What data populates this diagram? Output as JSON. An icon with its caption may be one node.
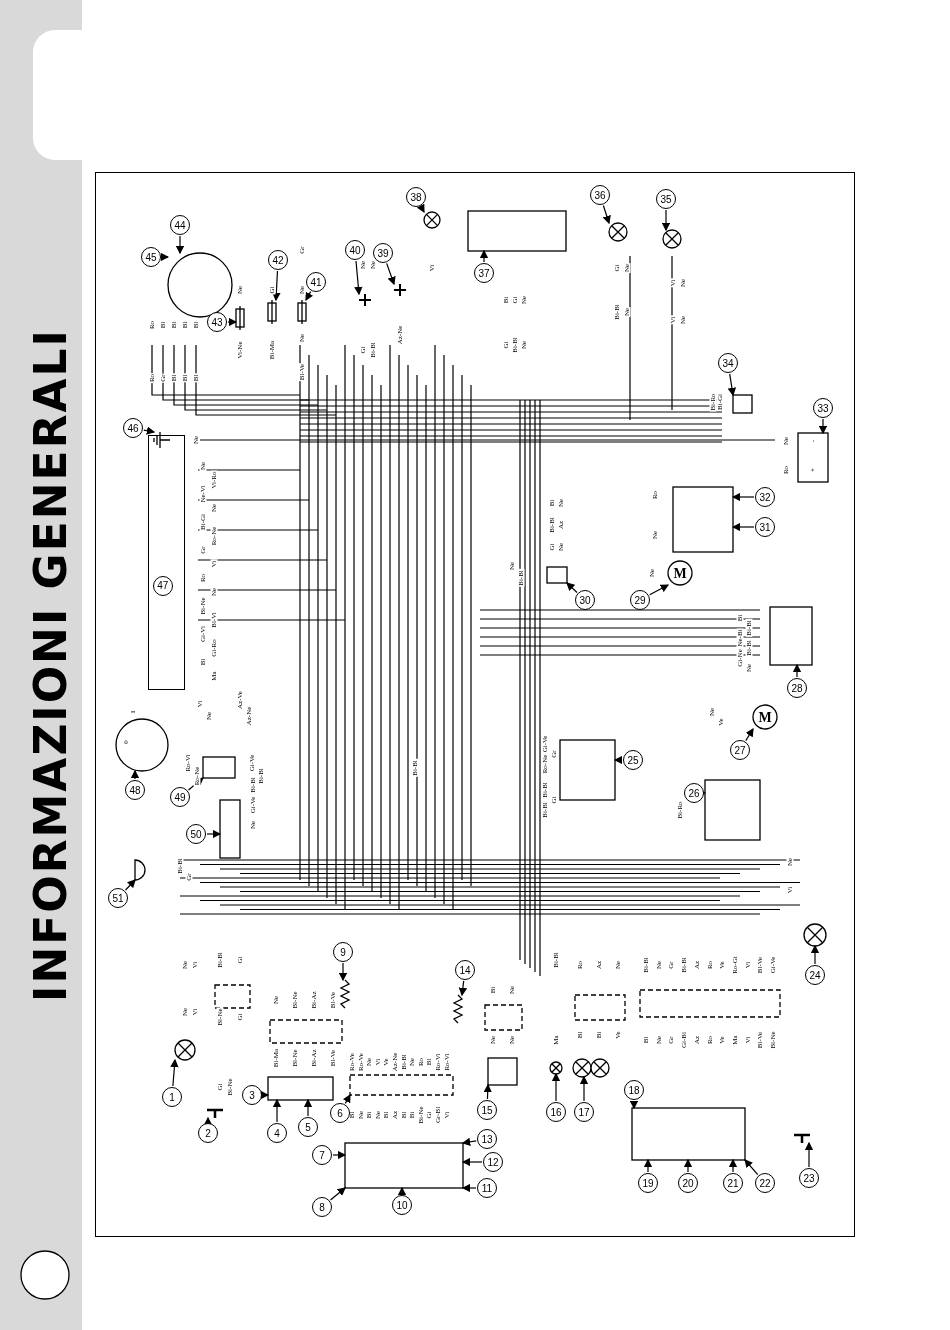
{
  "diagram": {
    "title": "INFORMAZIONI GENERALI",
    "nodes": [
      {
        "text": [
          "1"
        ]
      },
      {
        "text": [
          "2"
        ]
      },
      {
        "text": [
          "3"
        ]
      },
      {
        "text": [
          "4"
        ]
      },
      {
        "text": [
          "5"
        ]
      },
      {
        "text": [
          "6"
        ]
      },
      {
        "text": [
          "7"
        ]
      },
      {
        "text": [
          "8"
        ]
      },
      {
        "text": [
          "9"
        ]
      },
      {
        "text": [
          "10"
        ]
      },
      {
        "text": [
          "11"
        ]
      },
      {
        "text": [
          "12"
        ]
      },
      {
        "text": [
          "13"
        ]
      },
      {
        "text": [
          "14"
        ]
      },
      {
        "text": [
          "15"
        ]
      },
      {
        "text": [
          "16"
        ]
      },
      {
        "text": [
          "17"
        ]
      },
      {
        "text": [
          "18"
        ]
      },
      {
        "text": [
          "19"
        ]
      },
      {
        "text": [
          "20"
        ]
      },
      {
        "text": [
          "21"
        ]
      },
      {
        "text": [
          "22"
        ]
      },
      {
        "text": [
          "23"
        ]
      },
      {
        "text": [
          "24"
        ]
      },
      {
        "text": [
          "25"
        ]
      },
      {
        "text": [
          "26"
        ]
      },
      {
        "text": [
          "27"
        ]
      },
      {
        "text": [
          "28"
        ]
      },
      {
        "text": [
          "29"
        ]
      },
      {
        "text": [
          "30"
        ]
      },
      {
        "text": [
          "31"
        ]
      },
      {
        "text": [
          "32"
        ]
      },
      {
        "text": [
          "33"
        ]
      },
      {
        "text": [
          "34"
        ]
      },
      {
        "text": [
          "35"
        ]
      },
      {
        "text": [
          "36"
        ]
      },
      {
        "text": [
          "37"
        ]
      },
      {
        "text": [
          "38"
        ]
      },
      {
        "text": [
          "39"
        ]
      },
      {
        "text": [
          "40"
        ]
      },
      {
        "text": [
          "41"
        ]
      },
      {
        "text": [
          "42"
        ]
      },
      {
        "text": [
          "43"
        ]
      },
      {
        "text": [
          "44"
        ]
      },
      {
        "text": [
          "45"
        ]
      },
      {
        "text": [
          "46"
        ]
      },
      {
        "text": [
          "47"
        ],
        "in": 93
      },
      {
        "text": [
          "48"
        ]
      },
      {
        "text": [
          "49"
        ]
      },
      {
        "text": [
          "50"
        ]
      },
      {
        "text": [
          "51"
        ]
      },
      {
        "text": [],
        "shape": "lamp"
      },
      {
        "text": [],
        "shape": "horn"
      },
      {
        "text": [],
        "shape": "box"
      },
      {
        "text": [],
        "shape": "box"
      },
      {
        "text": [],
        "shape": "box"
      },
      {
        "text": [],
        "shape": "resistor"
      },
      {
        "text": [],
        "shape": "resistor"
      },
      {
        "text": [],
        "shape": "box"
      },
      {
        "text": [],
        "shape": "lamp"
      },
      {
        "text": [],
        "shape": "lamp"
      },
      {
        "text": [],
        "shape": "box"
      },
      {
        "text": [],
        "shape": "horn"
      },
      {
        "text": [],
        "shape": "lamp"
      },
      {
        "text": [],
        "shape": "box"
      },
      {
        "text": [],
        "shape": "box"
      },
      {
        "text": [
          "M"
        ]
      },
      {
        "text": [],
        "shape": "box"
      },
      {
        "text": [
          "M"
        ]
      },
      {
        "text": [],
        "shape": "box"
      },
      {
        "text": [],
        "shape": "box"
      },
      {
        "text": [],
        "shape": "box"
      },
      {
        "text": [],
        "shape": "box"
      },
      {
        "text": [],
        "shape": "lamp"
      },
      {
        "text": [],
        "shape": "lamp"
      },
      {
        "text": [],
        "shape": "box"
      },
      {
        "text": [],
        "shape": "lamp"
      },
      {
        "text": [],
        "shape": "switch"
      },
      {
        "text": [],
        "shape": "switch"
      },
      {
        "text": [],
        "shape": "fuse"
      },
      {
        "text": [],
        "shape": "fuse"
      },
      {
        "text": [],
        "shape": "fuse"
      },
      {
        "text": [],
        "shape": "circle"
      },
      {
        "text": [],
        "shape": "ground"
      },
      {
        "text": [],
        "shape": "circle"
      },
      {
        "text": [],
        "shape": "box"
      },
      {
        "text": [],
        "shape": "box"
      },
      {
        "text": [],
        "shape": "dome"
      },
      {
        "text": [],
        "shape": "box"
      },
      {
        "text": [],
        "shape": "box"
      },
      {
        "text": [],
        "shape": "box"
      },
      {
        "text": [],
        "shape": "box"
      },
      {
        "text": [],
        "shape": "box"
      },
      {
        "text": [],
        "shape": "box"
      },
      {
        "text": [],
        "shape": "circle"
      }
    ],
    "edges": [
      {
        "from": 0,
        "to": 51,
        "arrow": "to"
      },
      {
        "from": 1,
        "to": 52,
        "arrow": "to"
      },
      {
        "from": 2,
        "to": 53,
        "arrow": "to"
      },
      {
        "from": 3,
        "to": 53,
        "arrow": "to"
      },
      {
        "from": 4,
        "to": 53,
        "arrow": "to"
      },
      {
        "from": 5,
        "to": 54,
        "arrow": "to"
      },
      {
        "from": 6,
        "to": 55,
        "arrow": "to"
      },
      {
        "from": 7,
        "to": 55,
        "arrow": "to"
      },
      {
        "from": 8,
        "to": 56,
        "arrow": "to"
      },
      {
        "from": 9,
        "to": 55,
        "arrow": "to"
      },
      {
        "from": 10,
        "to": 55,
        "arrow": "to"
      },
      {
        "from": 11,
        "to": 55,
        "arrow": "to"
      },
      {
        "from": 12,
        "to": 55,
        "arrow": "to"
      },
      {
        "from": 13,
        "to": 57,
        "arrow": "to"
      },
      {
        "from": 14,
        "to": 58,
        "arrow": "to"
      },
      {
        "from": 15,
        "to": 59,
        "arrow": "to"
      },
      {
        "from": 16,
        "to": 60,
        "arrow": "to"
      },
      {
        "from": 17,
        "to": 61,
        "arrow": "to"
      },
      {
        "from": 18,
        "to": 61,
        "arrow": "to"
      },
      {
        "from": 19,
        "to": 61,
        "arrow": "to"
      },
      {
        "from": 20,
        "to": 61,
        "arrow": "to"
      },
      {
        "from": 21,
        "to": 61,
        "arrow": "to"
      },
      {
        "from": 22,
        "to": 62,
        "arrow": "to"
      },
      {
        "from": 23,
        "to": 63,
        "arrow": "to"
      },
      {
        "from": 24,
        "to": 64,
        "arrow": "to"
      },
      {
        "from": 25,
        "to": 65,
        "arrow": "to"
      },
      {
        "from": 26,
        "to": 66,
        "arrow": "to"
      },
      {
        "from": 27,
        "to": 67,
        "arrow": "to"
      },
      {
        "from": 28,
        "to": 68,
        "arrow": "to"
      },
      {
        "from": 29,
        "to": 69,
        "arrow": "to"
      },
      {
        "from": 30,
        "to": 70,
        "arrow": "to"
      },
      {
        "from": 31,
        "to": 70,
        "arrow": "to"
      },
      {
        "from": 32,
        "to": 71,
        "arrow": "to"
      },
      {
        "from": 33,
        "to": 72,
        "arrow": "to"
      },
      {
        "from": 34,
        "to": 73,
        "arrow": "to"
      },
      {
        "from": 35,
        "to": 74,
        "arrow": "to"
      },
      {
        "from": 36,
        "to": 75,
        "arrow": "to"
      },
      {
        "from": 37,
        "to": 76,
        "arrow": "to"
      },
      {
        "from": 38,
        "to": 77,
        "arrow": "to"
      },
      {
        "from": 39,
        "to": 78,
        "arrow": "to"
      },
      {
        "from": 40,
        "to": 81,
        "arrow": "to"
      },
      {
        "from": 41,
        "to": 80,
        "arrow": "to"
      },
      {
        "from": 42,
        "to": 79,
        "arrow": "to"
      },
      {
        "from": 43,
        "to": 82,
        "arrow": "to"
      },
      {
        "from": 44,
        "to": 82,
        "arrow": "to"
      },
      {
        "from": 45,
        "to": 83,
        "arrow": "to"
      },
      {
        "from": 47,
        "to": 84,
        "arrow": "to"
      },
      {
        "from": 48,
        "to": 85,
        "arrow": "to"
      },
      {
        "from": 49,
        "to": 86,
        "arrow": "to"
      },
      {
        "from": 50,
        "to": 87,
        "arrow": "to"
      }
    ],
    "labels": [
      "Ne",
      "Vi",
      "Ne",
      "Vi",
      "Bi-Bl",
      "Gi",
      "Bl-Ne",
      "Gi",
      "Gi",
      "Bi-Ne",
      "Ne",
      "Bl-Ne",
      "Bi-Az",
      "Bl-Ve",
      "Bi-Ma",
      "Bl-Ne",
      "Bi-Az",
      "Bl-Ve",
      "Ro-Ve",
      "Ro-Ve",
      "Ne",
      "Vi",
      "Ve",
      "Az-Ne",
      "Bi-Bl",
      "Ne",
      "Ro",
      "Bl",
      "Ro-Vi",
      "Ro-Vi",
      "Bl",
      "Ne",
      "Bi",
      "Ne",
      "Bl",
      "Az",
      "Bl",
      "Bi",
      "Bi-Ne",
      "Gi",
      "Gr-Bl",
      "Vi",
      "Bi",
      "Ne",
      "Ne",
      "Ne",
      "Bi-Bl",
      "Ma",
      "Ro",
      "Az",
      "Ne",
      "Bl",
      "Bi",
      "Ve",
      "Bi-Bl",
      "Ne",
      "Gr",
      "Bi-Bl",
      "Az",
      "Ro",
      "Ve",
      "Ro-Gi",
      "Vi",
      "Bl-Ve",
      "Gi-Ve",
      "Bl",
      "Ne",
      "Gr",
      "Gi-Bl",
      "Az",
      "Ro",
      "Ve",
      "Ma",
      "Vi",
      "Bl-Ve",
      "Bl-Ne",
      "Ne",
      "Vi",
      "Ro",
      "Bl",
      "Bl",
      "Bl",
      "Bl",
      "Ro",
      "Gr",
      "Bl",
      "Bl",
      "Bl",
      "Ne",
      "Vi-Ne",
      "Gi",
      "Bi-Ma",
      "Gr",
      "Ne",
      "Ne",
      "Bl-Ve",
      "Ne",
      "Ne",
      "Vi-Ro",
      "Ne-Vi",
      "Ne",
      "Bi-Gi",
      "Ro-Ne",
      "Gr",
      "Vi",
      "Ro",
      "Ne",
      "Bi-Ne",
      "Bl-Vi",
      "Gi-Vi",
      "Gi-Ro",
      "Bl",
      "Ma",
      "1",
      "0",
      "Vi",
      "Ne",
      "Az-Ve",
      "Az-Ne",
      "Ro-Vi",
      "Ro-Ne",
      "Gi-Ve",
      "Bi-Bl",
      "Bi-Bl",
      "Gi-Ve",
      "Ne",
      "Bi-Bl",
      "Gr",
      "Vi",
      "Az-Ne",
      "Ne",
      "Ne",
      "Gi",
      "Bi-Bl",
      "Bi",
      "Gi",
      "Ne",
      "Gi",
      "Bi-Bl",
      "Ne",
      "Gi",
      "Ne",
      "Bi-Bl",
      "Ne",
      "Vi",
      "Ne",
      "Vi",
      "Ne",
      "Bi-Ro",
      "Bi-Gi",
      "Ne",
      "Ro",
      "-",
      "+",
      "Ne",
      "Ro",
      "Bi",
      "Ne",
      "Bi-Bl",
      "Az",
      "Gi",
      "Ne",
      "Ne",
      "Ne",
      "Bi-Bl",
      "Bi",
      "Bi-Bl",
      "Ne-Bi",
      "Bi-Bl",
      "Gi-Ne",
      "Ne",
      "Ne",
      "Ve",
      "Gi-Ve",
      "Gr",
      "Ro-Ne",
      "Bi-Bl",
      "Gi",
      "Bi-Bl",
      "Bi-Ro",
      "Bi-Bl"
    ]
  }
}
